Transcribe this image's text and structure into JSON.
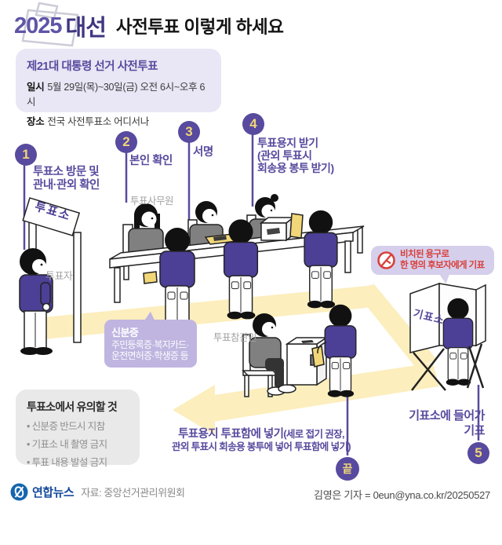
{
  "header": {
    "logo_year": "2025",
    "logo_word": "대선",
    "title": "사전투표 이렇게 하세요"
  },
  "info_box": {
    "title": "제21대 대통령 선거 사전투표",
    "rows": [
      {
        "label": "일시",
        "value": "5월 29일(목)~30일(금) 오전 6시~오후 6시"
      },
      {
        "label": "장소",
        "value": "전국 사전투표소 어디서나"
      }
    ]
  },
  "steps": [
    {
      "num": "1",
      "label": "투표소 방문 및\n관내·관외 확인"
    },
    {
      "num": "2",
      "label": "본인 확인",
      "sub": "투표사무원"
    },
    {
      "num": "3",
      "label": "서명"
    },
    {
      "num": "4",
      "label": "투표용지 받기\n(관외 투표시\n회송용 봉투 받기)"
    },
    {
      "num": "5",
      "label": "기표소에 들어가\n기표"
    }
  ],
  "scene": {
    "gate_sign": "투표소",
    "voter": "투표자",
    "observer": "투표참관인",
    "booth_sign": "기표소"
  },
  "id_bubble": {
    "title": "신분증",
    "body": "주민등록증·복지카드·\n운전면허증·학생증 등"
  },
  "warning": {
    "line1": "비치된 용구로",
    "line2": "한 명의 후보자에게 기표",
    "icon": "ballot-stamp-no-icon"
  },
  "notice": {
    "title": "투표소에서 유의할 것",
    "items": [
      "신분증 반드시 지참",
      "기표소 내 촬영 금지",
      "투표 내용 발설 금지"
    ]
  },
  "drop_step": {
    "main": "투표용지 투표함에 넣기",
    "paren": "(세로 접기 권장,",
    "line2": "관외 투표시 회송용 봉투에 넣어 투표함에 넣기)"
  },
  "end_badge": "끝",
  "footer": {
    "brand": "연합뉴스",
    "source": "자료: 중앙선거관리위원회",
    "credit": "김영은 기자 = 0eun@yna.co.kr/20250527"
  },
  "colors": {
    "primary_purple": "#584a9e",
    "deep_purple": "#3e3680",
    "shirt_purple": "#4c3f96",
    "pale_yellow": "#fceebd",
    "accent_yellow": "#f2d779",
    "bubble_lavender": "#bfb5e0",
    "warning_bg": "#d5cfec",
    "warning_red": "#d8403a",
    "notice_bg": "#e9e9e9",
    "info_bg": "#e9e6f5",
    "brand_blue": "#15499c",
    "grey_label": "#a3a3a3"
  }
}
